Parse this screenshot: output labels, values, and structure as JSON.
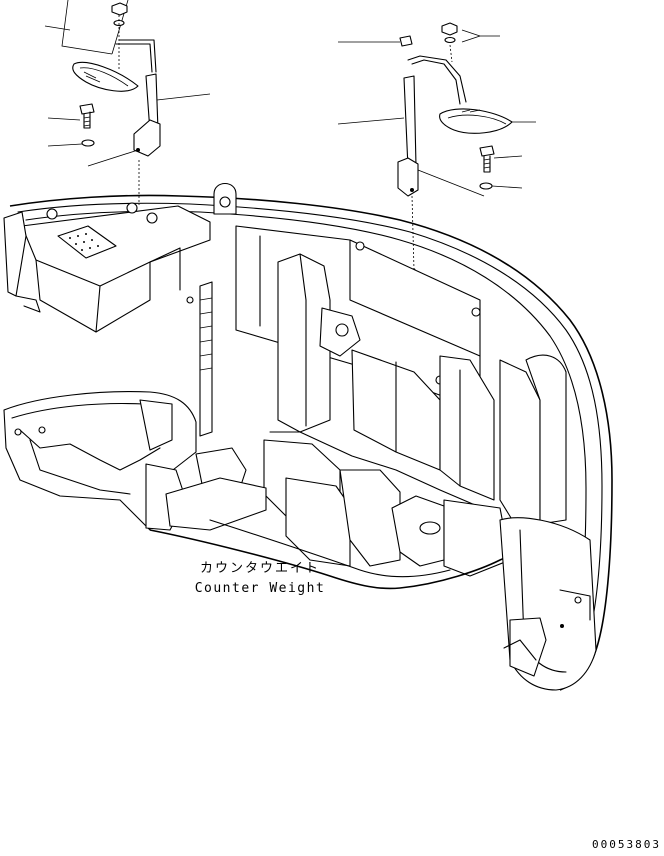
{
  "diagram": {
    "label_jp": "カウンタウエイト",
    "label_en": "Counter Weight",
    "drawing_number": "00053803"
  }
}
